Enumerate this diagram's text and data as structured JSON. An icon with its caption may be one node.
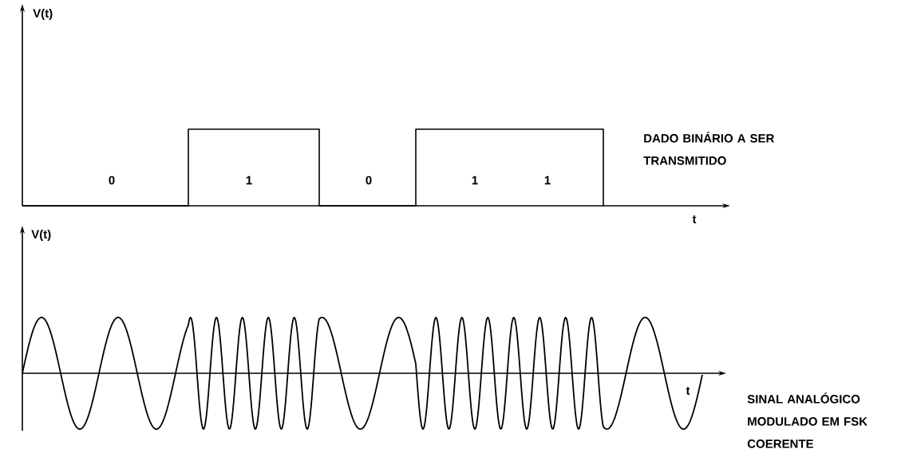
{
  "diagram": {
    "labels": [
      "V(t)",
      "DADO BINÁRIO A SER TRANSMITIDO",
      "0",
      "1",
      "0",
      "1",
      "1",
      "t",
      "V(t)",
      "t",
      "SINAL ANALÓGICO MODULADO EM FSK COERENTE"
    ]
  }
}
